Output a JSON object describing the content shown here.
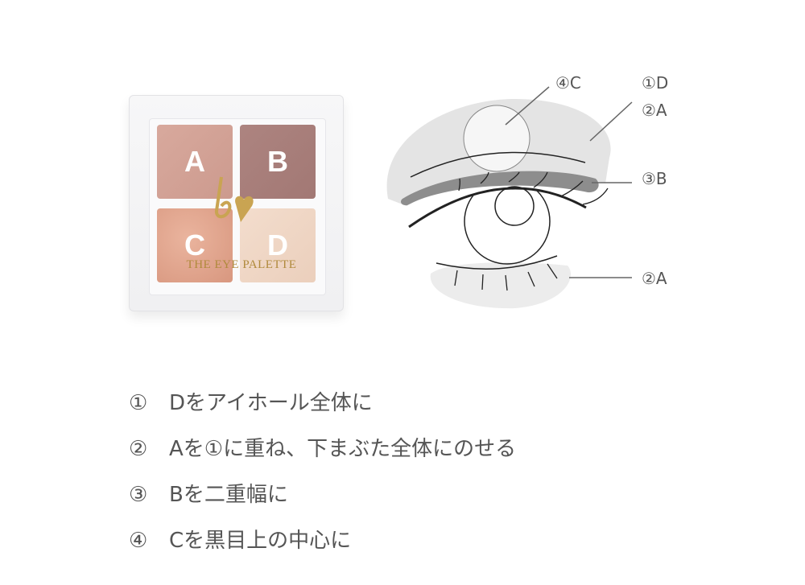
{
  "palette": {
    "brand_text": "THE EYE PALETTE",
    "logo_text": "b",
    "pans": [
      {
        "letter": "A",
        "color": "#d4a398"
      },
      {
        "letter": "B",
        "color": "#a97f7b"
      },
      {
        "letter": "C",
        "color": "#dea08b"
      },
      {
        "letter": "D",
        "color": "#efd6c5"
      }
    ]
  },
  "diagram": {
    "labels": {
      "top_center": "④C",
      "top_right_1": "①D",
      "top_right_2": "②A",
      "crease": "③B",
      "lower": "②A"
    }
  },
  "steps": [
    {
      "num": "①",
      "text": "Dをアイホール全体に"
    },
    {
      "num": "②",
      "text": "Aを①に重ね、下まぶた全体にのせる"
    },
    {
      "num": "③",
      "text": "Bを二重幅に"
    },
    {
      "num": "④",
      "text": "Cを黒目上の中心に"
    }
  ]
}
